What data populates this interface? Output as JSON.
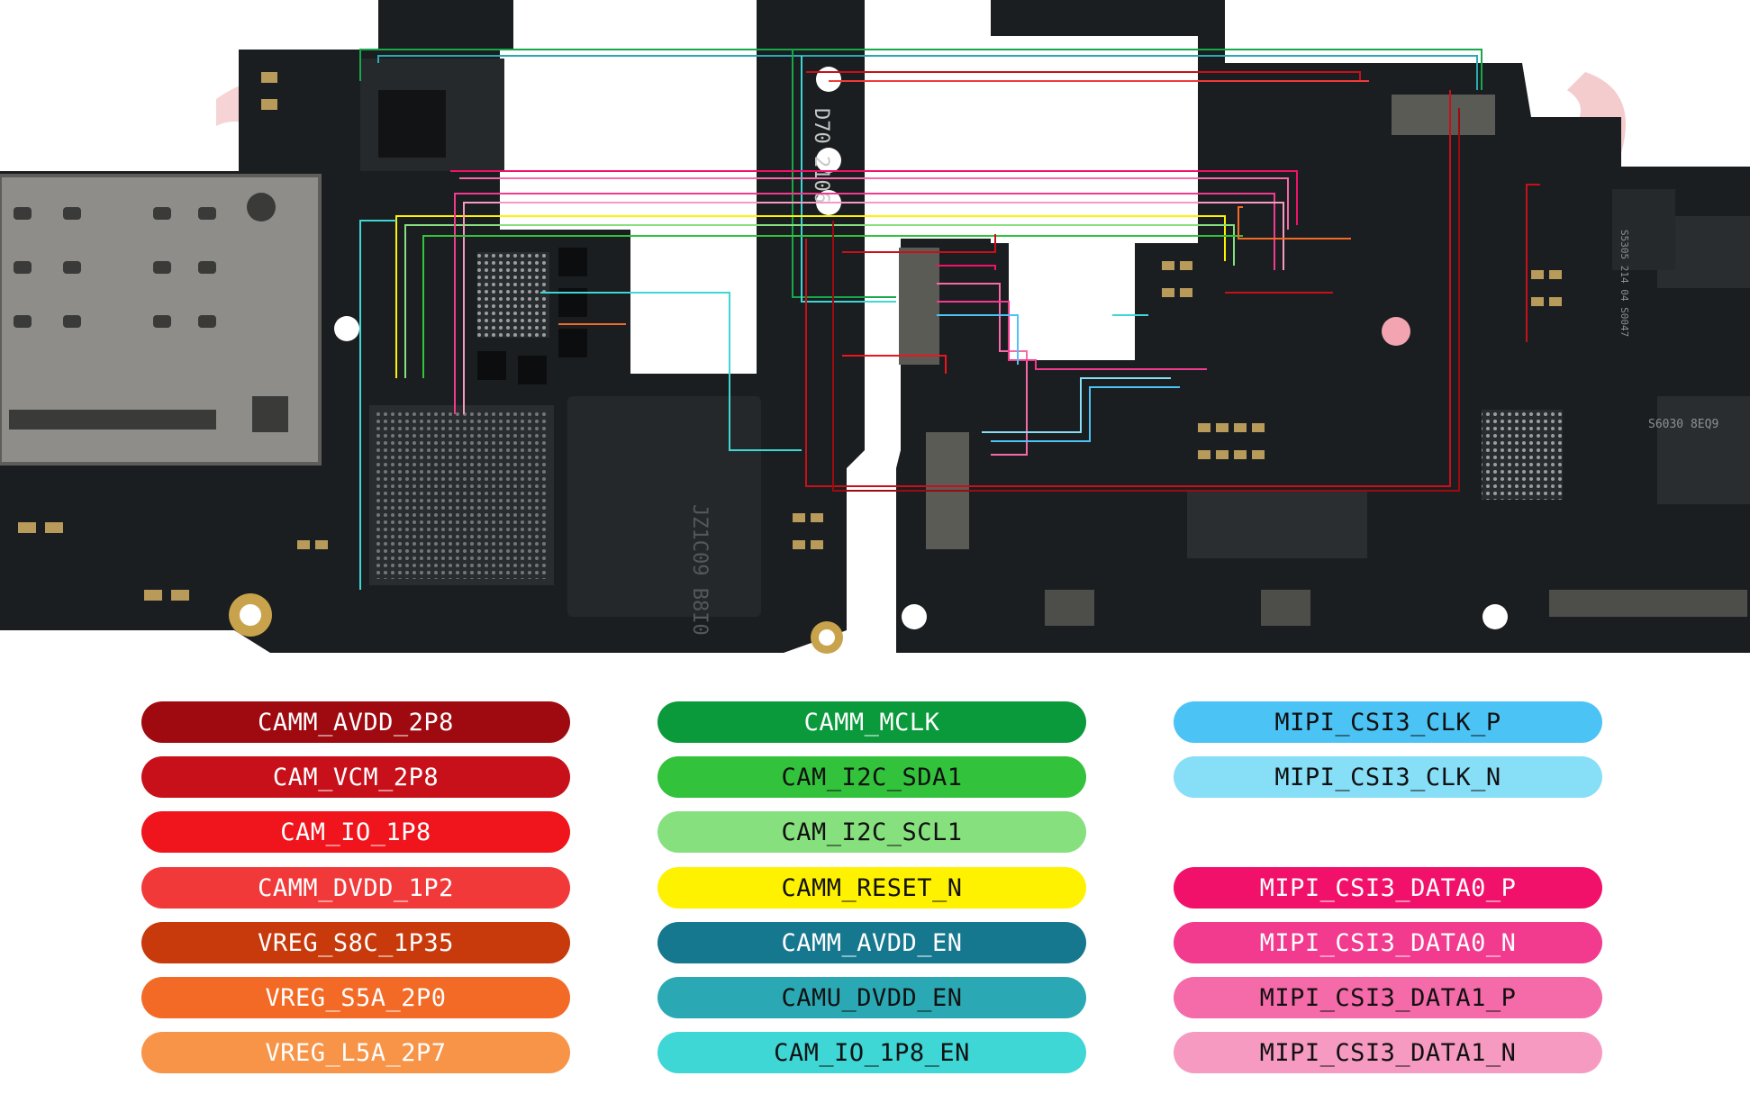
{
  "legend": {
    "col1": [
      {
        "label": "CAMM_AVDD_2P8",
        "color": "#9e0a0f"
      },
      {
        "label": "CAM_VCM_2P8",
        "color": "#c8101a"
      },
      {
        "label": "CAM_IO_1P8",
        "color": "#f0141c"
      },
      {
        "label": "CAMM_DVDD_1P2",
        "color": "#f2393a"
      },
      {
        "label": "VREG_S8C_1P35",
        "color": "#c83a0c"
      },
      {
        "label": "VREG_S5A_2P0",
        "color": "#f26a26"
      },
      {
        "label": "VREG_L5A_2P7",
        "color": "#f79448"
      }
    ],
    "col2": [
      {
        "label": "CAMM_MCLK",
        "color": "#0a9a3c"
      },
      {
        "label": "CAM_I2C_SDA1",
        "color": "#33c23c"
      },
      {
        "label": "CAM_I2C_SCL1",
        "color": "#86e07e"
      },
      {
        "label": "CAMM_RESET_N",
        "color": "#fff200"
      },
      {
        "label": "CAMM_AVDD_EN",
        "color": "#16788f"
      },
      {
        "label": "CAMU_DVDD_EN",
        "color": "#2aa9b5"
      },
      {
        "label": "CAM_IO_1P8_EN",
        "color": "#3fd6d6"
      }
    ],
    "col3": [
      {
        "label": "MIPI_CSI3_CLK_P",
        "color": "#4cc3f5"
      },
      {
        "label": "MIPI_CSI3_CLK_N",
        "color": "#86def7"
      },
      {
        "label": "",
        "color": ""
      },
      {
        "label": "MIPI_CSI3_DATA0_P",
        "color": "#f2116a"
      },
      {
        "label": "MIPI_CSI3_DATA0_N",
        "color": "#f23a8e"
      },
      {
        "label": "MIPI_CSI3_DATA1_P",
        "color": "#f56aa8"
      },
      {
        "label": "MIPI_CSI3_DATA1_N",
        "color": "#f79ac2"
      }
    ]
  },
  "board": {
    "left_marking": "D70 2106",
    "chip_marking_right_1": "S5305 214 04 S0047",
    "chip_marking_right_2": "S6030 8EQ9",
    "pcb_color": "#1a1d1f",
    "watermark_color": "#d9343a"
  }
}
